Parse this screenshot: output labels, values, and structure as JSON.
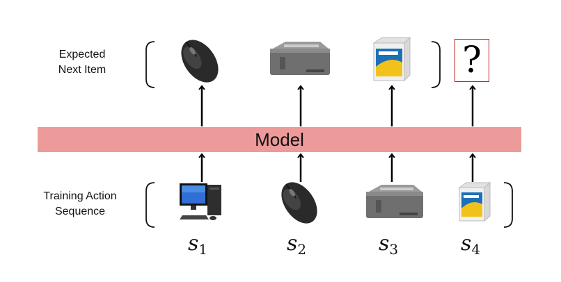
{
  "labels": {
    "top_line1": "Expected",
    "top_line2": "Next Item",
    "bottom_line1": "Training Action",
    "bottom_line2": "Sequence"
  },
  "model": {
    "label": "Model"
  },
  "unknown": {
    "symbol": "?"
  },
  "sequence": [
    {
      "var": "s",
      "sub": "1"
    },
    {
      "var": "s",
      "sub": "2"
    },
    {
      "var": "s",
      "sub": "3"
    },
    {
      "var": "s",
      "sub": "4"
    }
  ],
  "colors": {
    "model_bar": "#ec9a9a",
    "question_border": "#c0201f",
    "arrow": "#000000"
  }
}
